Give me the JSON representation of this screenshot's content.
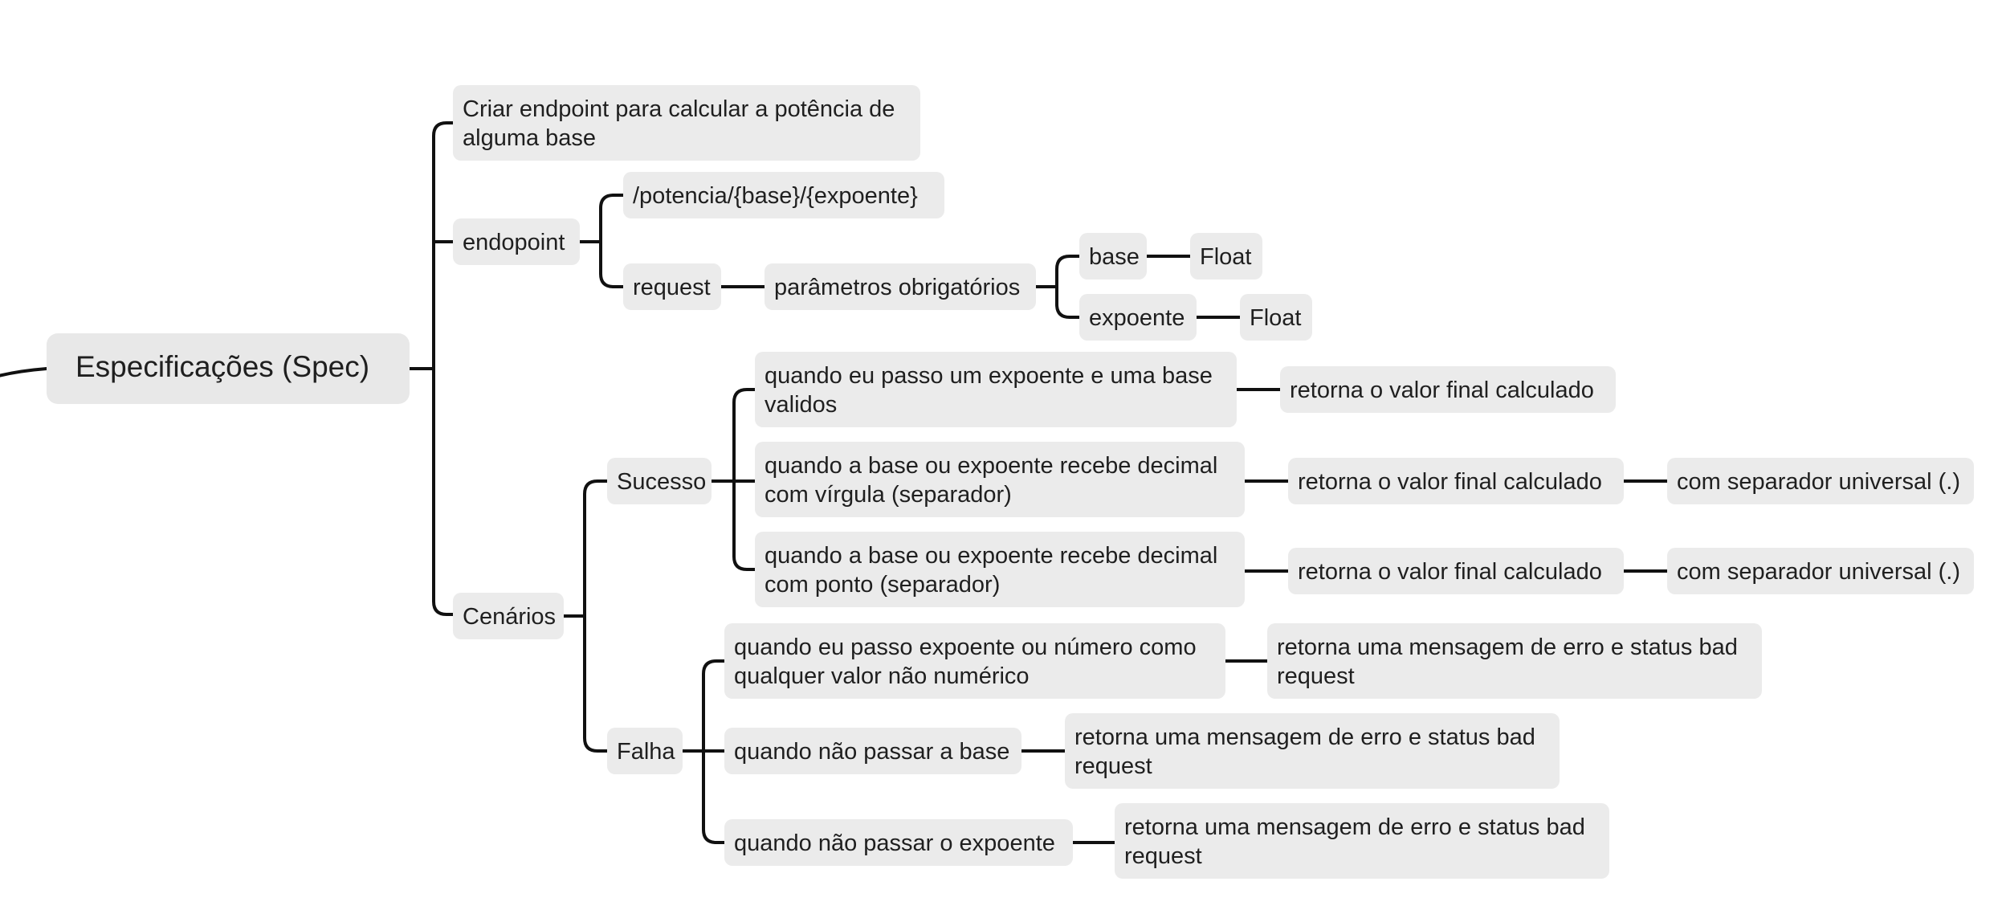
{
  "mindmap": {
    "root": "Especificações (Spec)",
    "nodes": {
      "criar": "Criar endpoint para calcular a potência de alguma base",
      "endopoint": "endopoint",
      "path": "/potencia/{base}/{expoente}",
      "request": "request",
      "params": "parâmetros obrigatórios",
      "base": "base",
      "base_type": "Float",
      "expoente": "expoente",
      "expoente_type": "Float",
      "cenarios": "Cenários",
      "sucesso": "Sucesso",
      "s1": "quando eu passo um expoente e uma base validos",
      "s1_result": "retorna o valor final calculado",
      "s2": "quando a base ou expoente recebe decimal com vírgula (separador)",
      "s2_result": "retorna o valor final calculado",
      "s2_detail": "com separador universal (.)",
      "s3": "quando a base ou expoente recebe decimal com ponto (separador)",
      "s3_result": "retorna o valor final calculado",
      "s3_detail": "com separador universal (.)",
      "falha": "Falha",
      "f1": "quando eu passo expoente ou número como qualquer valor não numérico",
      "f1_result": "retorna uma mensagem de erro e status bad request",
      "f2": "quando não passar a base",
      "f2_result": "retorna uma mensagem de erro e status bad request",
      "f3": "quando não passar o expoente",
      "f3_result": "retorna uma mensagem de erro e status bad request"
    }
  },
  "colors": {
    "node_fill": "#ebebeb",
    "line": "#111111",
    "text": "#1f1f1f"
  }
}
